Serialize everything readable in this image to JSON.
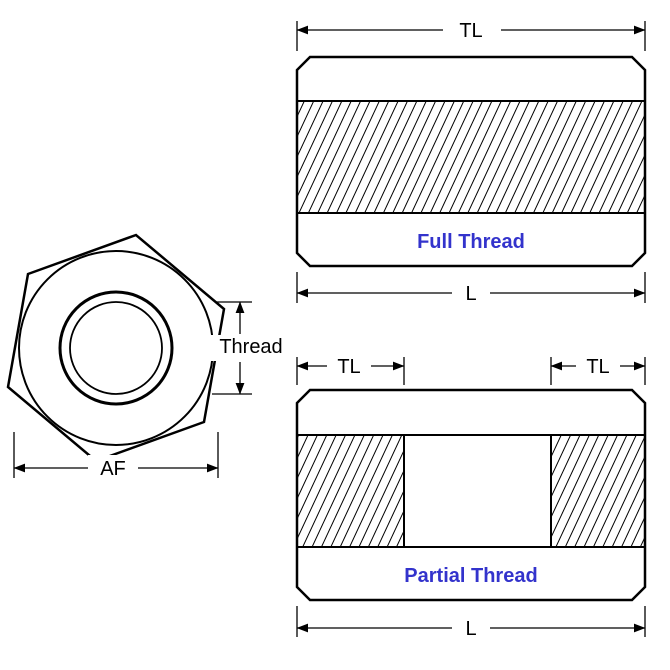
{
  "drawing": {
    "subject": "threaded-hex-spacer-technical-drawing",
    "end_view": {
      "thread_dim_label": "Thread",
      "af_dim_label": "AF"
    },
    "full_view": {
      "tl_dim_label": "TL",
      "length_dim_label": "L",
      "caption": "Full Thread"
    },
    "partial_view": {
      "tl_left_dim_label": "TL",
      "tl_right_dim_label": "TL",
      "length_dim_label": "L",
      "caption": "Partial Thread"
    }
  },
  "colors": {
    "line": "#000000",
    "caption_blue": "#3333cc",
    "background": "#ffffff"
  }
}
